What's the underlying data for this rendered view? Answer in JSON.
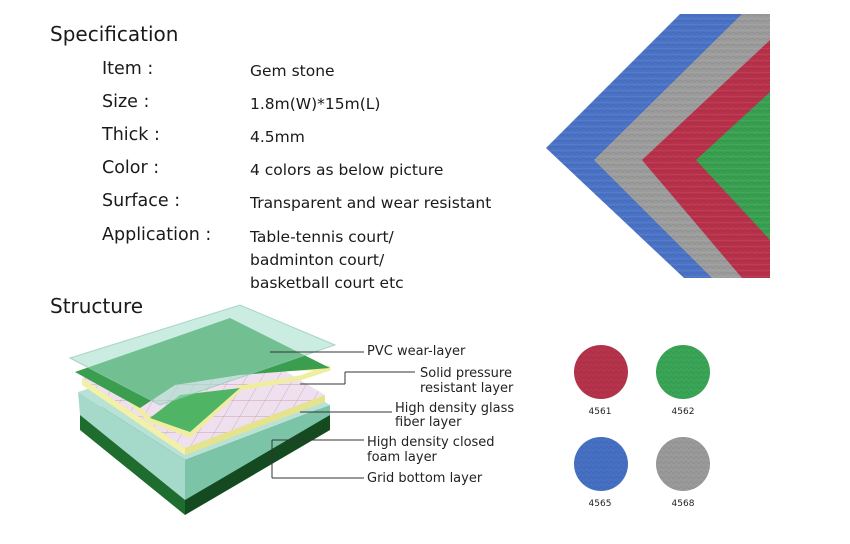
{
  "spec": {
    "heading": "Specification",
    "rows": [
      {
        "label": "Item :",
        "value": [
          "Gem stone"
        ]
      },
      {
        "label": "Size :",
        "value": [
          "1.8m(W)*15m(L)"
        ]
      },
      {
        "label": "Thick :",
        "value": [
          "4.5mm"
        ]
      },
      {
        "label": "Color :",
        "value": [
          "4 colors as below picture"
        ]
      },
      {
        "label": "Surface :",
        "value": [
          "Transparent and wear resistant"
        ]
      },
      {
        "label": "Application :",
        "value": [
          "Table-tennis court/",
          "badminton court/",
          "basketball court etc"
        ]
      }
    ]
  },
  "structure": {
    "heading": "Structure",
    "layers": [
      {
        "lines": [
          "PVC wear-layer"
        ]
      },
      {
        "lines": [
          "Solid pressure",
          "resistant layer"
        ]
      },
      {
        "lines": [
          "High density glass",
          "fiber layer"
        ]
      },
      {
        "lines": [
          "High density closed",
          "foam layer"
        ]
      },
      {
        "lines": [
          "Grid bottom layer"
        ]
      }
    ]
  },
  "swatches": [
    {
      "code": "4561",
      "color": "#b5334b"
    },
    {
      "code": "4562",
      "color": "#3aa556"
    },
    {
      "code": "4565",
      "color": "#4670c4"
    },
    {
      "code": "4568",
      "color": "#9a9a9a"
    }
  ],
  "sample_colors": [
    "#4a73c6",
    "#9c9c9c",
    "#b8314a",
    "#38a050"
  ]
}
